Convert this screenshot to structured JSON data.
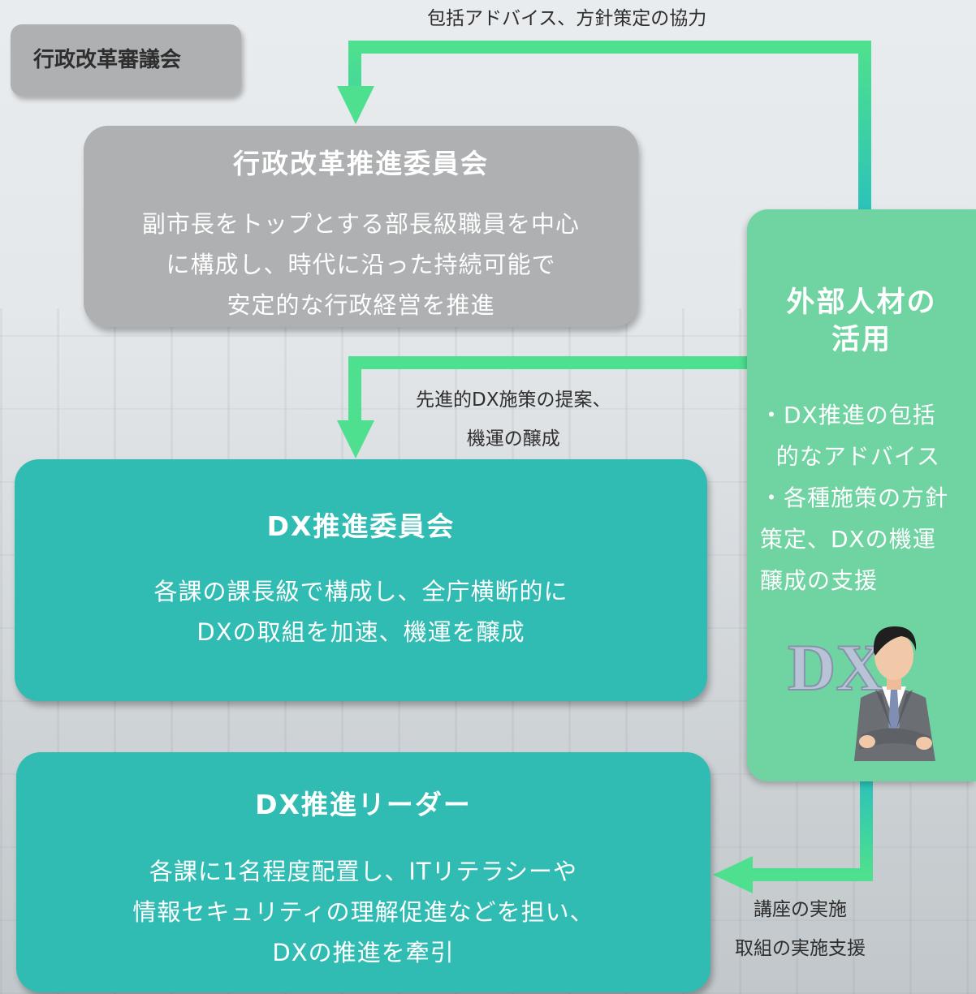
{
  "committee_tag": "行政改革審議会",
  "admin_committee": {
    "title": "行政改革推進委員会",
    "desc_lines": [
      "副市長をトップとする部長級職員を中心",
      "に構成し、時代に沿った持続可能で",
      "安定的な行政経営を推進"
    ]
  },
  "dx_committee": {
    "title": "DX推進委員会",
    "desc_lines": [
      "各課の課長級で構成し、全庁横断的に",
      "DXの取組を加速、機運を醸成"
    ]
  },
  "dx_leader": {
    "title": "DX推進リーダー",
    "desc_lines": [
      "各課に1名程度配置し、ITリテラシーや",
      "情報セキュリティの理解促進などを担い、",
      "DXの推進を牽引"
    ]
  },
  "external_talent": {
    "title_lines": [
      "外部人材の",
      "活用"
    ],
    "items": [
      "・DX推進の包括",
      "  的なアドバイス",
      "・各種施策の方針",
      "策定、DXの機運",
      "醸成の支援"
    ],
    "figure_text": "DX"
  },
  "arrow_labels": {
    "top": "包括アドバイス、方針策定の協力",
    "middle_lines": [
      "先進的DX施策の提案、",
      "機運の醸成"
    ],
    "bottom_lines": [
      "講座の実施",
      "取組の実施支援"
    ]
  },
  "colors": {
    "gray": "#aeb0b2",
    "teal": "#30bcb3",
    "green": "#6fd4a2",
    "arrow_start": "#2cc3b9",
    "arrow_end": "#4ee08e"
  }
}
